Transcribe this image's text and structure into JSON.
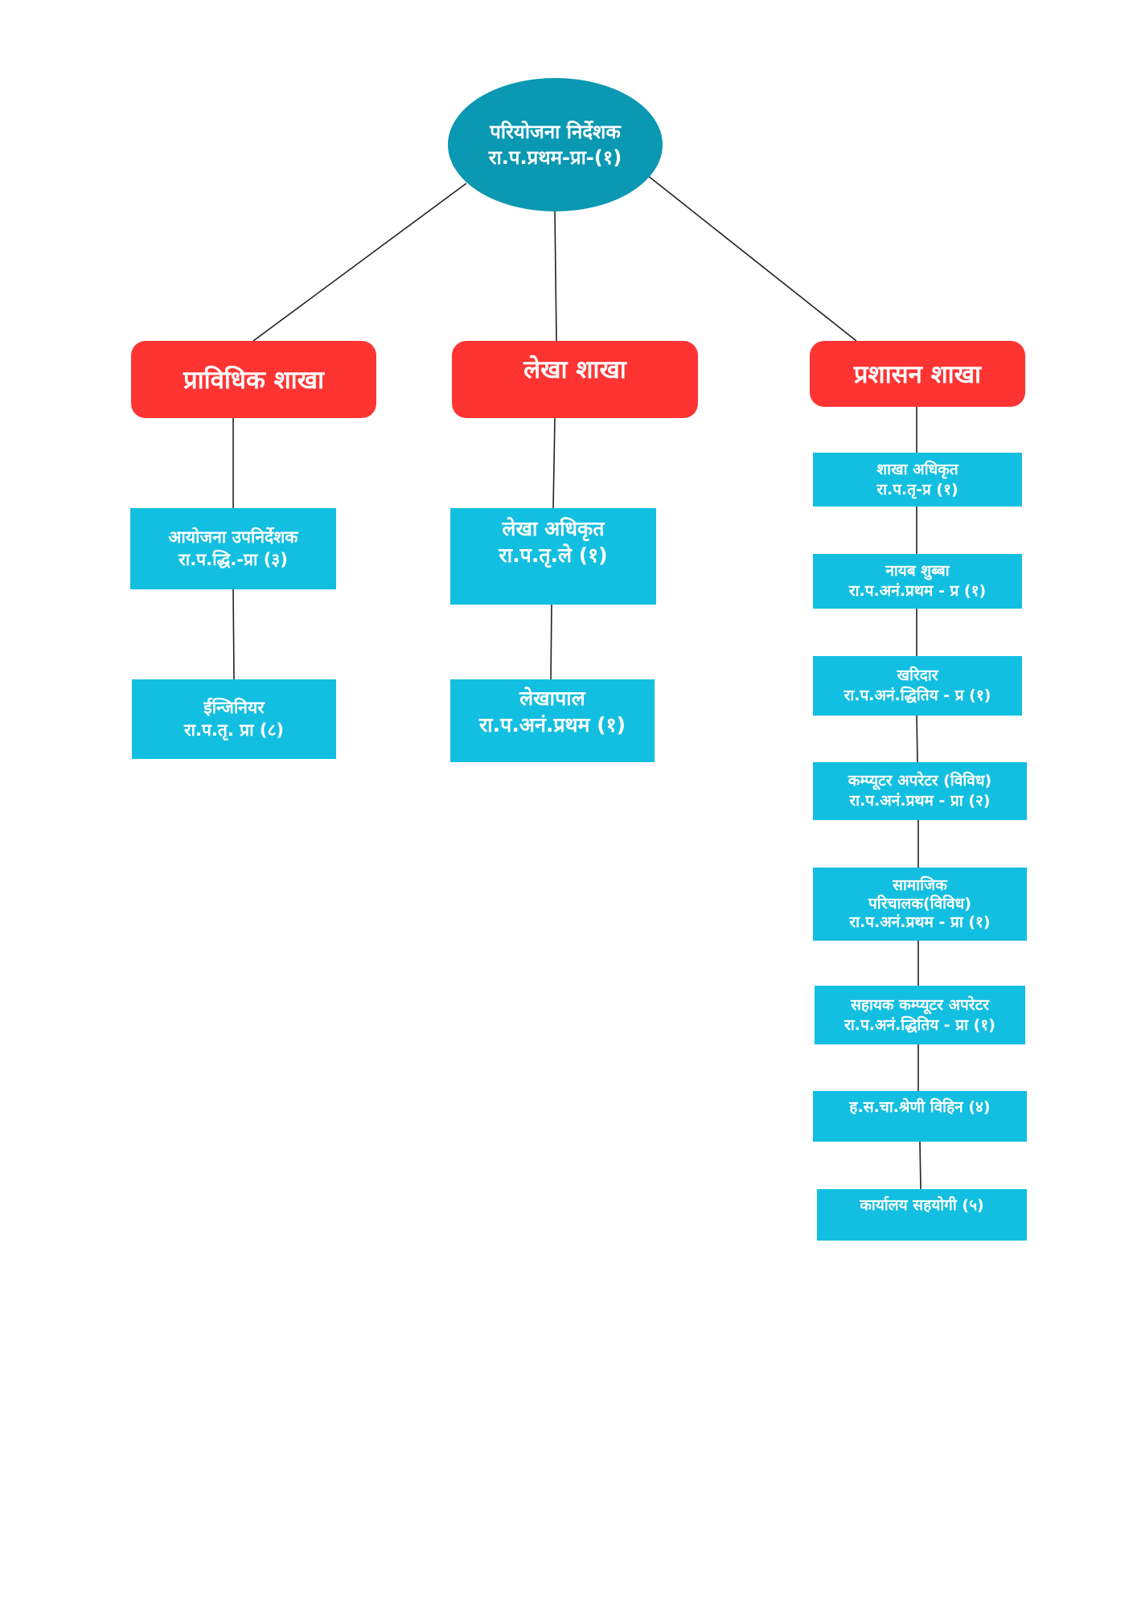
{
  "root": {
    "line1": "परियोजना निर्देशक",
    "line2": "रा.प.प्रथम-प्रा-(१)"
  },
  "branches": {
    "technical": "प्राविधिक शाखा",
    "accounts": "लेखा शाखा",
    "administration": "प्रशासन शाखा"
  },
  "technical_positions": [
    {
      "line1": "आयोजना उपनिर्देशक",
      "line2": "रा.प.द्धि.-प्रा (३)"
    },
    {
      "line1": "ईन्जिनियर",
      "line2": "रा.प.तृ. प्रा (८)"
    }
  ],
  "accounts_positions": [
    {
      "line1": "लेखा अधिकृत",
      "line2": "रा.प.तृ.ले (१)"
    },
    {
      "line1": "लेखापाल",
      "line2": "रा.प.अनं.प्रथम (१)"
    }
  ],
  "admin_positions": [
    {
      "line1": "शाखा अधिकृत",
      "line2": "रा.प.तृ-प्र (१)"
    },
    {
      "line1": "नायब शुब्बा",
      "line2": "रा.प.अनं.प्रथम - प्र (१)"
    },
    {
      "line1": "खरिदार",
      "line2": "रा.प.अनं.द्धितिय - प्र (१)"
    },
    {
      "line1": "कम्प्यूटर अपरेटर (विविध)",
      "line2": "रा.प.अनं.प्रथम - प्रा (२)"
    },
    {
      "line1": "सामाजिक",
      "line2": "परिचालक(विविध)",
      "line3": "रा.प.अनं.प्रथम - प्रा (१)"
    },
    {
      "line1": "सहायक कम्प्यूटर अपरेटर",
      "line2": "रा.प.अनं.द्धितिय - प्रा (१)"
    },
    {
      "line1": "ह.स.चा.श्रेणी विहिन (४)"
    },
    {
      "line1": "कार्यालय सहयोगी (५)"
    }
  ],
  "colors": {
    "root": "#0a98b2",
    "branch": "#fe3433",
    "position": "#13bfe0",
    "connector": "#222222"
  }
}
